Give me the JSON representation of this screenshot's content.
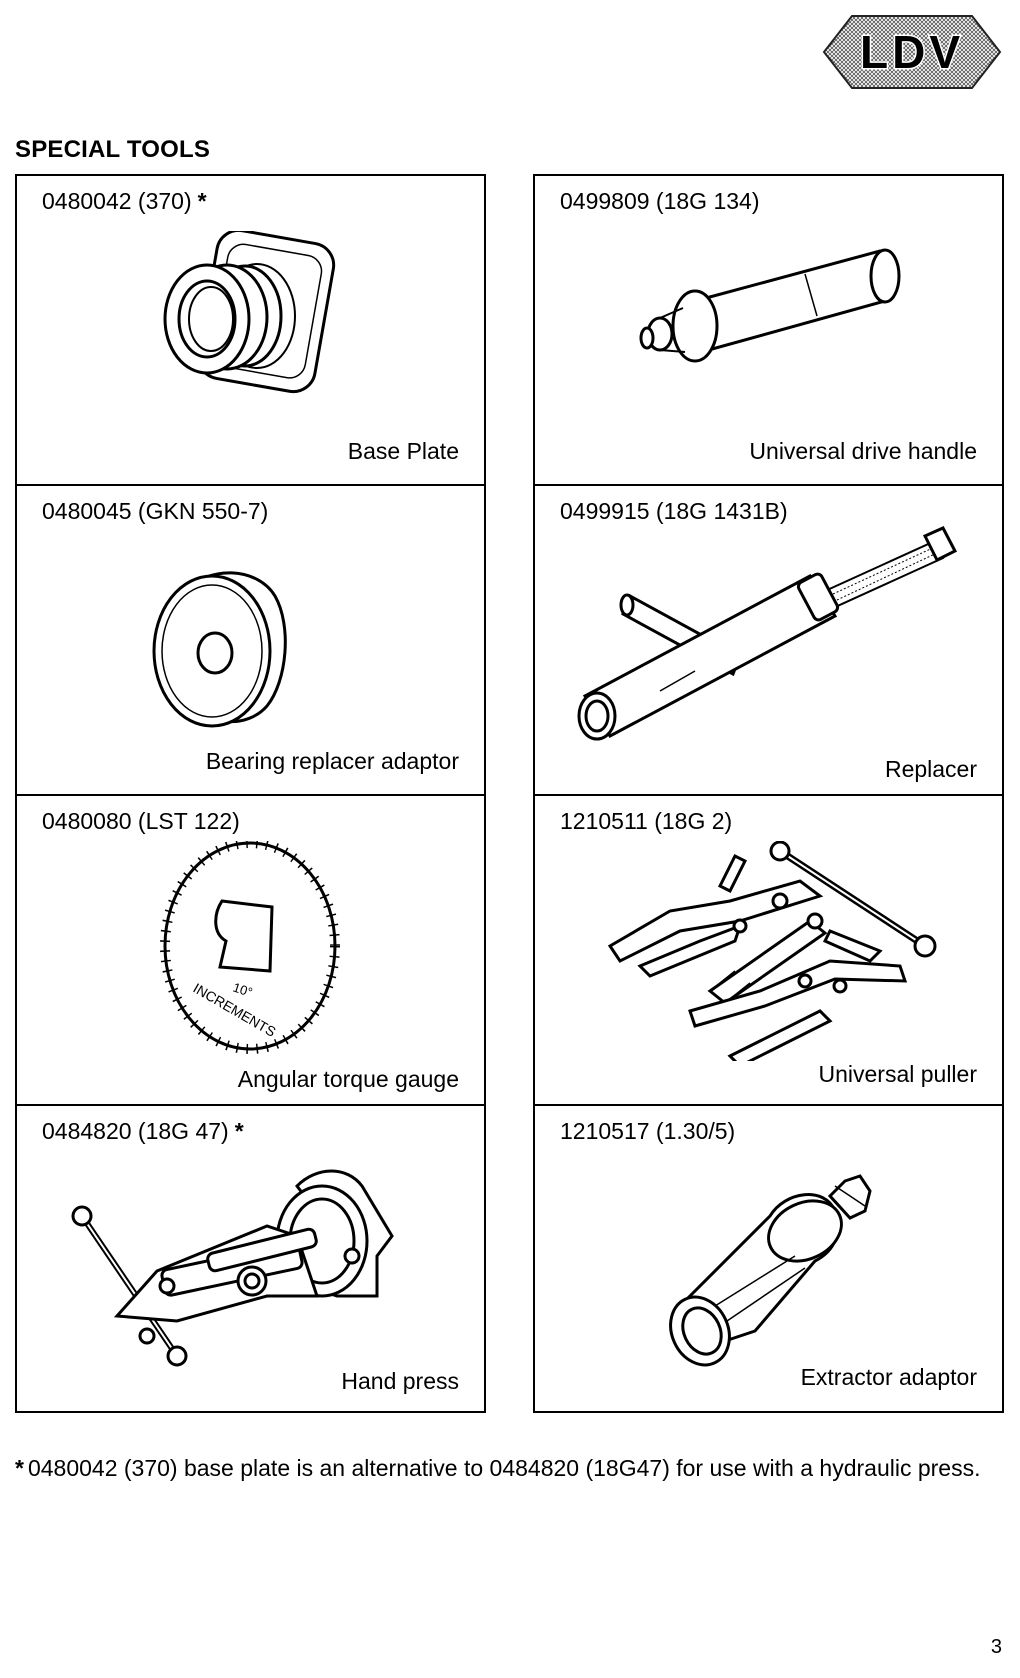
{
  "header": {
    "brand": "LDV"
  },
  "section": {
    "title": "SPECIAL TOOLS"
  },
  "tools": [
    {
      "code": "0480042 (370)",
      "star": "*",
      "name": "Base Plate",
      "icon": "base-plate-icon"
    },
    {
      "code": "0499809 (18G 134)",
      "star": "",
      "name": "Universal drive handle",
      "icon": "drive-handle-icon"
    },
    {
      "code": "0480045 (GKN 550-7)",
      "star": "",
      "name": "Bearing replacer adaptor",
      "icon": "bearing-adaptor-icon"
    },
    {
      "code": "0499915 (18G 1431B)",
      "star": "",
      "name": "Replacer",
      "icon": "replacer-icon"
    },
    {
      "code": "0480080 (LST 122)",
      "star": "",
      "name": "Angular torque gauge",
      "icon": "torque-gauge-icon",
      "gauge_text": [
        "10°",
        "INCREMENTS"
      ]
    },
    {
      "code": "1210511 (18G 2)",
      "star": "",
      "name": "Universal puller",
      "icon": "puller-icon"
    },
    {
      "code": "0484820 (18G 47)",
      "star": "*",
      "name": "Hand press",
      "icon": "hand-press-icon"
    },
    {
      "code": "1210517 (1.30/5)",
      "star": "",
      "name": "Extractor adaptor",
      "icon": "extractor-icon"
    }
  ],
  "footnote": {
    "star": "*",
    "text": "0480042 (370) base plate is an alternative to 0484820 (18G47) for use with a hydraulic press."
  },
  "page": {
    "number": "3"
  }
}
